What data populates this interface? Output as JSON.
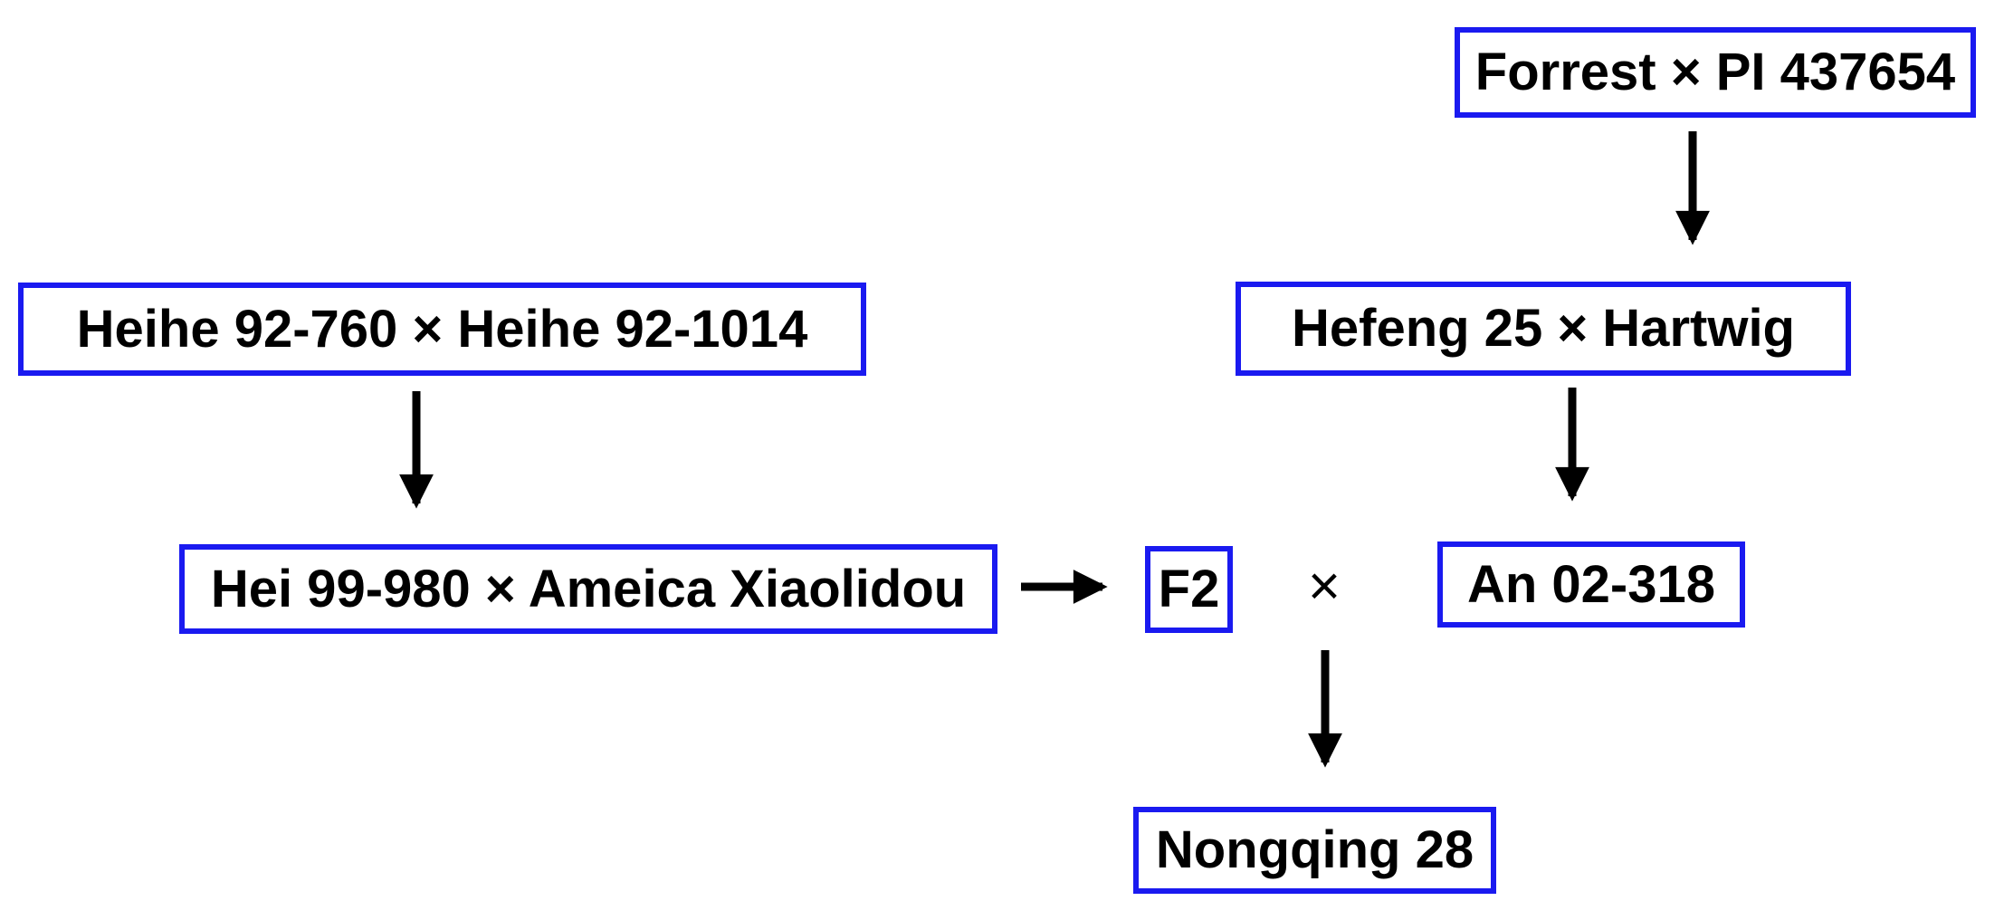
{
  "diagram": {
    "type": "breeding-pedigree",
    "nodes": {
      "forrest": {
        "label": "Forrest × PI 437654"
      },
      "heihe": {
        "label": "Heihe 92-760 × Heihe 92-1014"
      },
      "hefeng": {
        "label": "Hefeng 25 × Hartwig"
      },
      "hei": {
        "label": "Hei 99-980 × Ameica Xiaolidou"
      },
      "f2": {
        "label": "F2"
      },
      "an": {
        "label": "An 02-318"
      },
      "nongqing": {
        "label": "Nongqing 28"
      }
    },
    "cross_symbol": "×",
    "edges": [
      {
        "from": "forrest",
        "to": "hefeng",
        "style": "arrow-down"
      },
      {
        "from": "heihe",
        "to": "hei",
        "style": "arrow-down"
      },
      {
        "from": "hefeng",
        "to": "an",
        "style": "arrow-down"
      },
      {
        "from": "hei",
        "to": "f2",
        "style": "arrow-right"
      },
      {
        "from": "f2 × an",
        "to": "nongqing",
        "style": "arrow-down"
      }
    ],
    "colors": {
      "box_border": "#1a1af0",
      "text": "#000000",
      "arrow": "#000000",
      "background": "#ffffff"
    }
  }
}
